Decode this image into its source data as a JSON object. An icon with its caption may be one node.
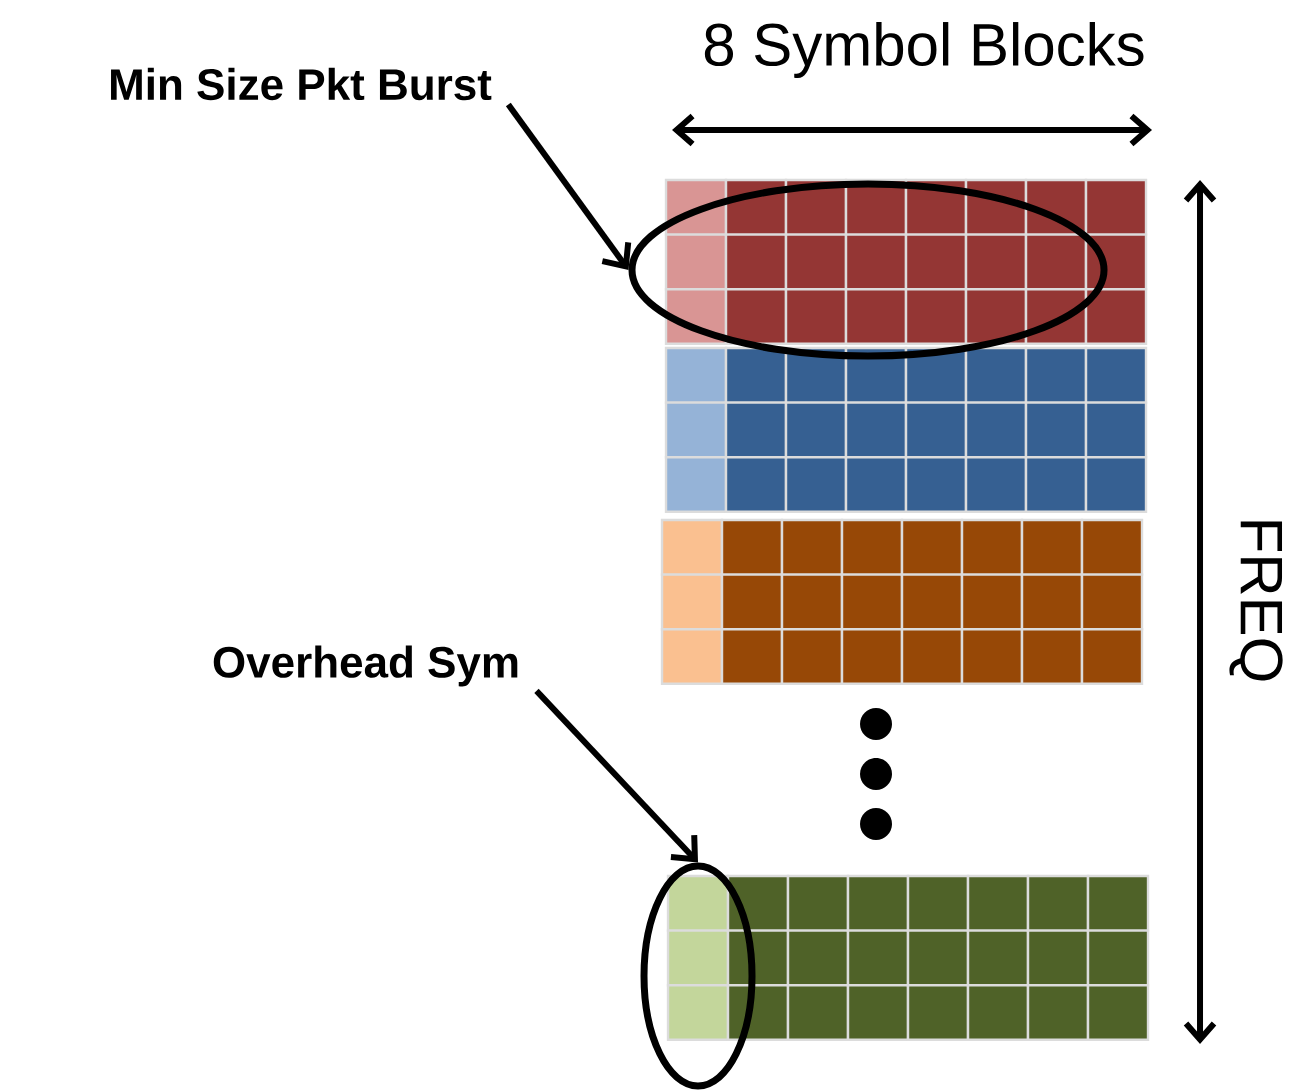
{
  "diagram": {
    "nodes": [
      {
        "text": [
          "Min Size Pkt Burst"
        ]
      },
      {
        "text": [],
        "shape": "ellipse"
      },
      {
        "text": [
          "Overhead Sym"
        ]
      },
      {
        "text": [],
        "shape": "ellipse"
      }
    ],
    "edges": [
      {
        "from": 0,
        "to": 1,
        "arrow": "to"
      },
      {
        "from": 2,
        "to": 3,
        "arrow": "to"
      }
    ],
    "labels": [
      "8 Symbol Blocks",
      "FREQ"
    ]
  }
}
